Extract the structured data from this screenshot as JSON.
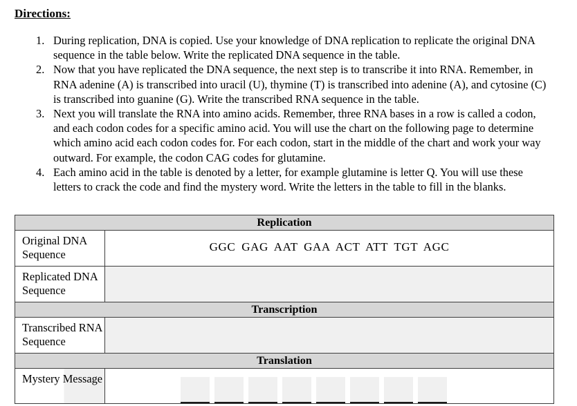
{
  "document": {
    "heading": "Directions:",
    "instructions": [
      {
        "number": "1.",
        "text": "During replication, DNA is copied.  Use your knowledge of DNA replication to replicate the original DNA sequence in the table below.  Write the replicated DNA sequence in the table."
      },
      {
        "number": "2.",
        "text": "Now that you have replicated the DNA sequence, the next step is to transcribe it into RNA.  Remember, in RNA adenine (A) is transcribed into uracil (U), thymine (T) is transcribed into adenine (A), and cytosine (C) is transcribed into guanine (G).  Write the transcribed RNA sequence in the table."
      },
      {
        "number": "3.",
        "text": "Next you will translate the RNA into amino acids.  Remember, three RNA bases in a row is called a codon, and each codon codes for a specific amino acid. You will use the chart on the following page to determine which amino acid each codon codes for.  For each codon, start in the middle of the chart and work your way outward.  For example, the codon CAG codes for glutamine."
      },
      {
        "number": "4.",
        "text": "Each amino acid in the table is denoted by a letter, for example glutamine is letter Q.  You will use these letters to crack the code and find the mystery word.  Write the letters in the table to fill in the blanks."
      }
    ]
  },
  "table": {
    "sections": [
      {
        "header": "Replication"
      },
      {
        "header": "Transcription"
      },
      {
        "header": "Translation"
      }
    ],
    "rows": [
      {
        "label": "Original DNA Sequence",
        "value": "GGC  GAG  AAT  GAA  ACT  ATT  TGT  AGC"
      },
      {
        "label": "Replicated DNA Sequence",
        "value": ""
      },
      {
        "label": "Transcribed RNA Sequence",
        "value": ""
      },
      {
        "label": "Mystery Message",
        "value": ""
      }
    ],
    "mystery_blank_count": 8
  },
  "colors": {
    "section_header_bg": "#d6d6d6",
    "blank_cell_bg": "#f0f0f0",
    "border": "#3c3c3c",
    "text": "#000000"
  }
}
